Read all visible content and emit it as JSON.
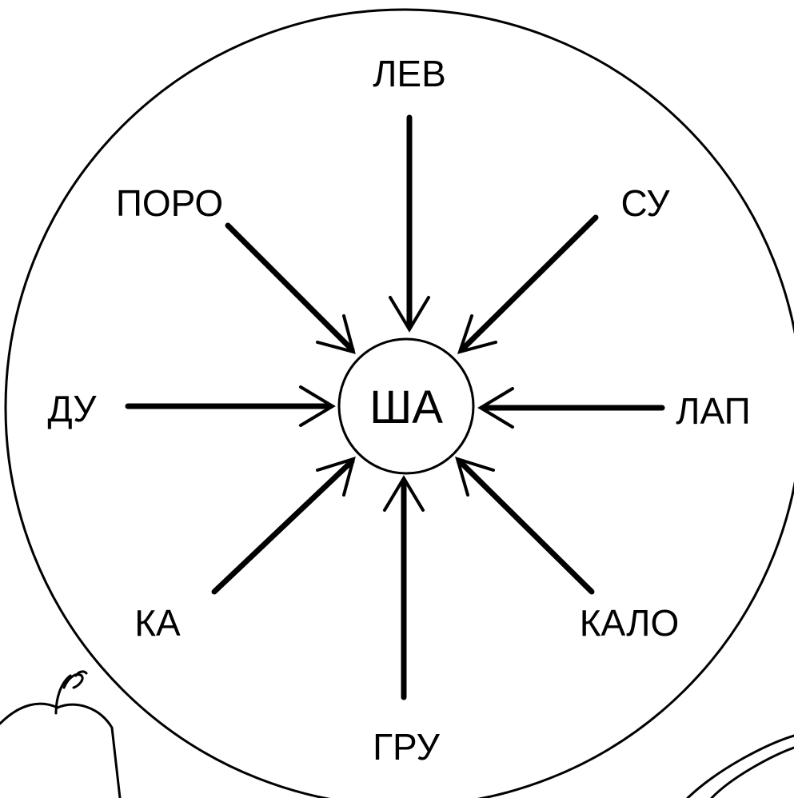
{
  "center": {
    "label": "ША"
  },
  "syllables": {
    "top": "ЛЕВ",
    "top_left": "ПОРО",
    "top_right": "СУ",
    "left": "ДУ",
    "right": "ЛАП",
    "bottom_left": "КА",
    "bottom_right": "КАЛО",
    "bottom": "ГРУ"
  },
  "colors": {
    "stroke": "#000000",
    "background": "#ffffff"
  }
}
